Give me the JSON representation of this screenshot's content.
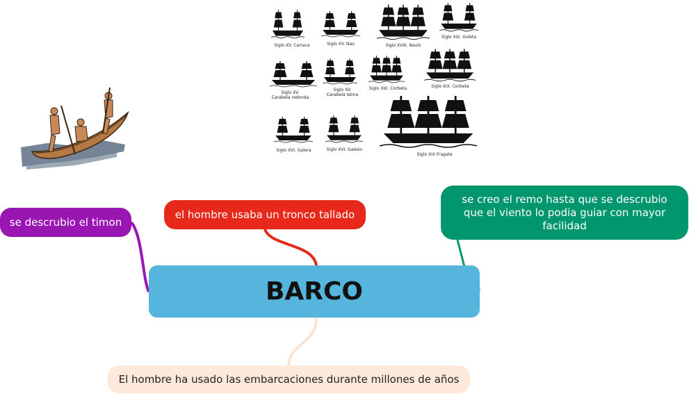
{
  "colors": {
    "central": "#55b5dc",
    "timon": "#9a16b3",
    "tronco": "#e7281b",
    "remo": "#01966e",
    "millones": "#fde8da",
    "millones_link": "#fde3d2"
  },
  "central": {
    "label": "BARCO"
  },
  "branches": {
    "timon": {
      "label": "se descrubio el timon"
    },
    "tronco": {
      "label": "el hombre usaba un tronco tallado"
    },
    "remo": {
      "label": "se creo el remo hasta que se descrubio que el viento lo podia guiar con mayor facilidad"
    },
    "millones": {
      "label": "El hombre ha usado las embarcaciones durante millones de años"
    }
  },
  "images": {
    "canoe": {
      "icon": "canoe-illustration"
    },
    "ships": [
      {
        "caption": "Siglo XV. Carraca",
        "icon": "carraca-ship-icon"
      },
      {
        "caption": "Siglo XV. Nao",
        "icon": "nao-ship-icon"
      },
      {
        "caption": "Siglo XVIII. Navío",
        "icon": "navio-ship-icon"
      },
      {
        "caption": "Siglo XIX. Goleta",
        "icon": "goleta-ship-icon"
      },
      {
        "caption": "Siglo XV.\nCarabela redonda",
        "icon": "carabela-redonda-ship-icon"
      },
      {
        "caption": "Siglo XV.\nCarabela latina",
        "icon": "carabela-latina-ship-icon"
      },
      {
        "caption": "Siglo XIX. Corbeta",
        "icon": "corbeta-ship-icon"
      },
      {
        "caption": "Siglo XIX. Corbeta",
        "icon": "corbeta-2-ship-icon"
      },
      {
        "caption": "Siglo XVI. Galera",
        "icon": "galera-ship-icon"
      },
      {
        "caption": "Siglo XVI. Galeón",
        "icon": "galeon-ship-icon"
      },
      {
        "caption": "Siglo XIX Fragata",
        "icon": "fragata-ship-icon"
      }
    ]
  }
}
